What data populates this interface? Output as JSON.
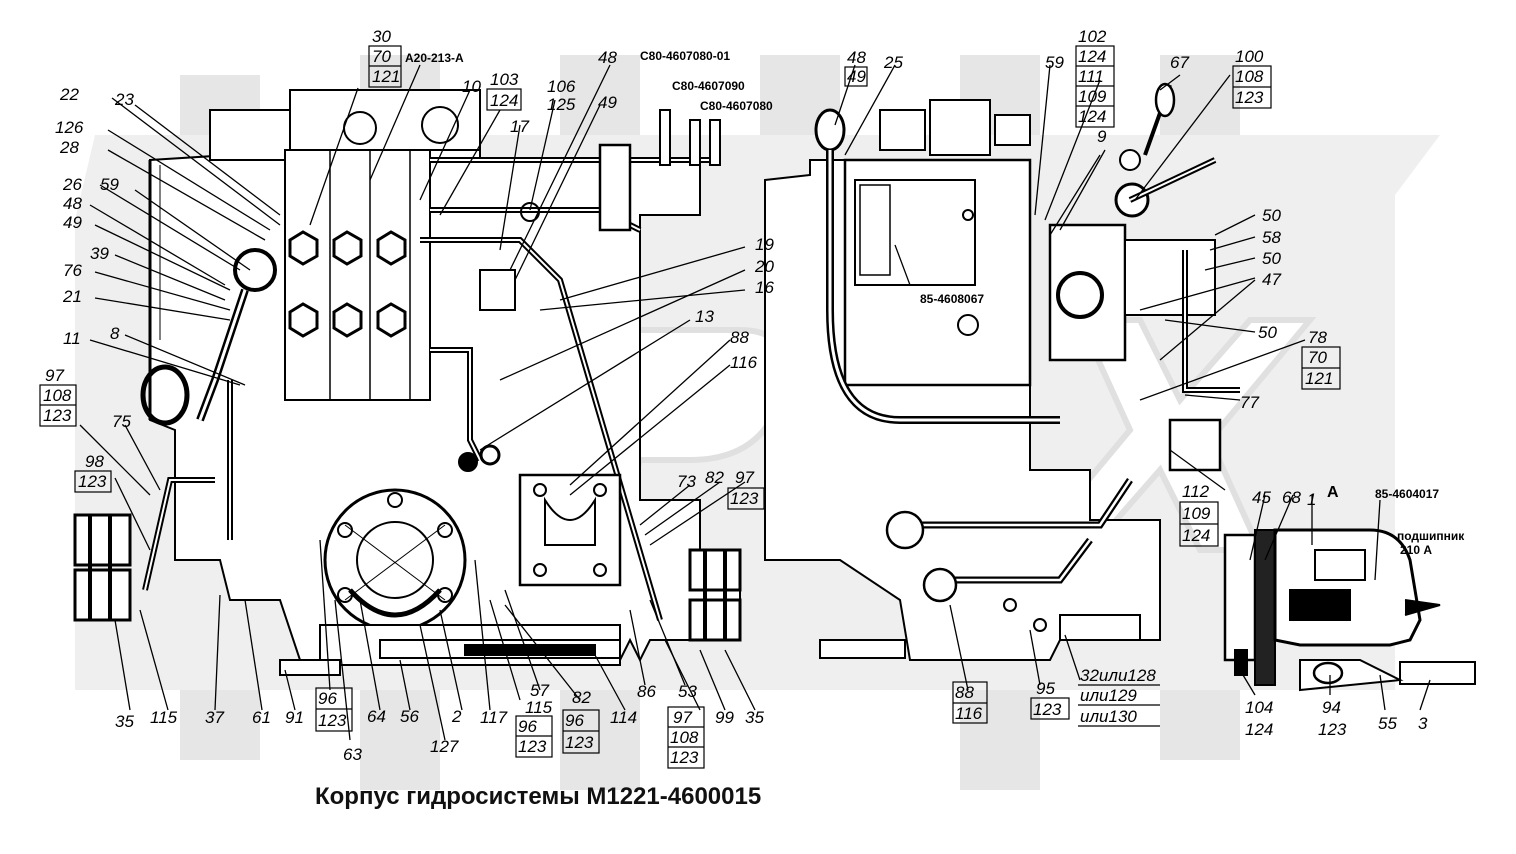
{
  "title": "Корпус гидросистемы М1221-4600015",
  "watermark": "OPEX",
  "section_label": "А",
  "codes": {
    "a20": "А20-213-А",
    "c80_01": "С80-4607080-01",
    "c80_090": "С80-4607090",
    "c80_080": "С80-4607080",
    "k85_067": "85-4608067",
    "k85_017": "85-4604017",
    "bearing_1": "подшипник",
    "bearing_2": "210 А"
  },
  "labels": {
    "n30": "30",
    "n70": "70",
    "n121": "121",
    "n10": "10",
    "n103": "103",
    "n124": "124",
    "n22": "22",
    "n23": "23",
    "n17": "17",
    "n106": "106",
    "n125": "125",
    "n48": "48",
    "n49": "49",
    "n126": "126",
    "n28": "28",
    "n26": "26",
    "n59": "59",
    "n48b": "48",
    "n49b": "49",
    "n39": "39",
    "n76": "76",
    "n21": "21",
    "n11": "11",
    "n8": "8",
    "n19": "19",
    "n20": "20",
    "n16": "16",
    "n13": "13",
    "n88": "88",
    "n116": "116",
    "n97": "97",
    "n108": "108",
    "n123": "123",
    "n75": "75",
    "n98": "98",
    "n123b": "123",
    "n73": "73",
    "n82": "82",
    "n97b": "97",
    "n123c": "123",
    "n35": "35",
    "n115": "115",
    "n37": "37",
    "n61": "61",
    "n91": "91",
    "n96": "96",
    "n123d": "123",
    "n64": "64",
    "n56": "56",
    "n63": "63",
    "n2": "2",
    "n127": "127",
    "n117": "117",
    "n57": "57",
    "n115b": "115",
    "n96b": "96",
    "n123e": "123",
    "n82b": "82",
    "n96c": "96",
    "n123f": "123",
    "n114": "114",
    "n86": "86",
    "n53": "53",
    "n97c": "97",
    "n108b": "108",
    "n123g": "123",
    "n99": "99",
    "n35b": "35",
    "n48c": "48",
    "n49c": "49",
    "n25": "25",
    "n59b": "59",
    "n102": "102",
    "n124b": "124",
    "n111": "111",
    "n109": "109",
    "n124c": "124",
    "n9": "9",
    "n67": "67",
    "n100": "100",
    "n108c": "108",
    "n123h": "123",
    "n50": "50",
    "n58": "58",
    "n50b": "50",
    "n47": "47",
    "n50c": "50",
    "n78": "78",
    "n70b": "70",
    "n121b": "121",
    "n77": "77",
    "n112": "112",
    "n109b": "109",
    "n124d": "124",
    "n45": "45",
    "n68": "68",
    "n1": "1",
    "n88b": "88",
    "n116b": "116",
    "n95": "95",
    "n123i": "123",
    "n32": "32или128",
    "n129": "или129",
    "n130": "или130",
    "n104": "104",
    "n124e": "124",
    "n94": "94",
    "n123j": "123",
    "n55": "55",
    "n3": "3"
  }
}
